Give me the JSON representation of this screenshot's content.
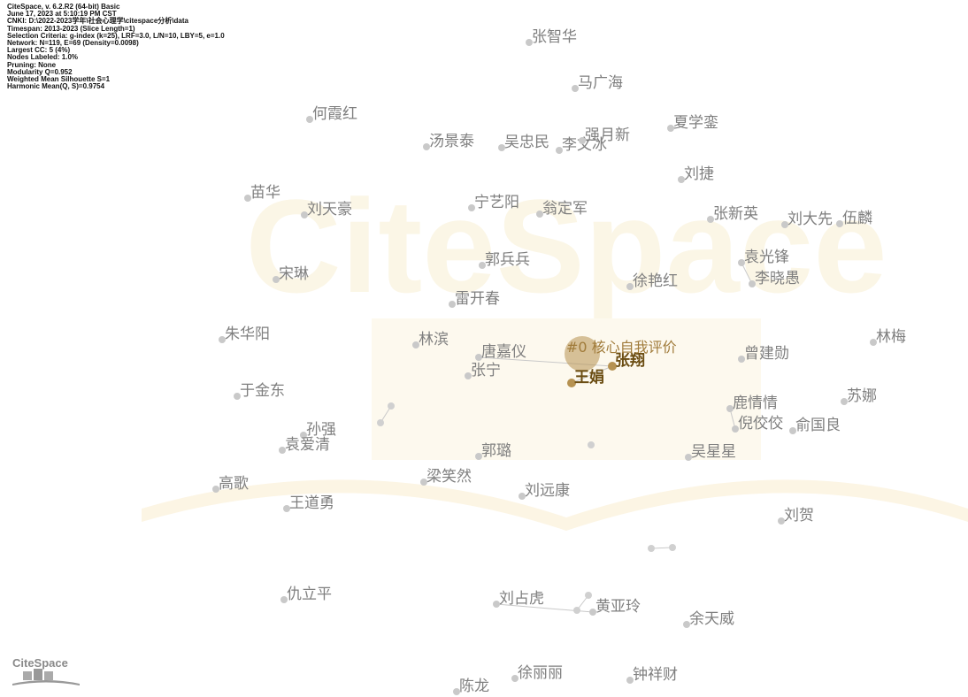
{
  "info_lines": [
    "CiteSpace, v. 6.2.R2 (64-bit) Basic",
    "June 17, 2023 at 5:10:19 PM CST",
    "CNKI: D:\\2022-2023学年\\社会心理学\\citespace分析\\data",
    "Timespan: 2013-2023 (Slice Length=1)",
    "Selection Criteria: g-index (k=25), LRF=3.0, L/N=10, LBY=5, e=1.0",
    "Network: N=119, E=69 (Density=0.0098)",
    "Largest CC: 5 (4%)",
    "Nodes Labeled: 1.0%",
    "Pruning: None",
    "Modularity Q=0.952",
    "Weighted Mean Silhouette S=1",
    "Harmonic Mean(Q, S)=0.9754"
  ],
  "watermark_text": "CiteSpace",
  "logo_text": "CiteSpace",
  "cluster_label": "#0 核心自我评价",
  "colors": {
    "node": "#c9c9c9",
    "label": "#7f7f7f",
    "highlight_label": "#6b4d12",
    "highlight_node": "#b69251",
    "cluster_label": "#a07b3a",
    "watermark": "#faf3dd"
  },
  "nodes": [
    {
      "label": "张智华"
    },
    {
      "label": "马广海"
    },
    {
      "label": "何霞红"
    },
    {
      "label": "汤景泰"
    },
    {
      "label": "吴忠民"
    },
    {
      "label": "李文冰"
    },
    {
      "label": "强月新"
    },
    {
      "label": "夏学銮"
    },
    {
      "label": "刘捷"
    },
    {
      "label": "苗华"
    },
    {
      "label": "刘天豪"
    },
    {
      "label": "宁艺阳"
    },
    {
      "label": "翁定军"
    },
    {
      "label": "张新英"
    },
    {
      "label": "刘大先"
    },
    {
      "label": "伍麟"
    },
    {
      "label": "郭兵兵"
    },
    {
      "label": "袁光锋"
    },
    {
      "label": "李晓愚"
    },
    {
      "label": "宋琳"
    },
    {
      "label": "徐艳红"
    },
    {
      "label": "雷开春"
    },
    {
      "label": "朱华阳"
    },
    {
      "label": "林滨"
    },
    {
      "label": "唐嘉仪"
    },
    {
      "label": "林梅"
    },
    {
      "label": "曾建勋"
    },
    {
      "label": "张宁"
    },
    {
      "label": "张翔"
    },
    {
      "label": "王娟"
    },
    {
      "label": "于金东"
    },
    {
      "label": "苏娜"
    },
    {
      "label": "鹿情情"
    },
    {
      "label": "孙强"
    },
    {
      "label": "倪佼佼"
    },
    {
      "label": "俞国良"
    },
    {
      "label": "袁爱清"
    },
    {
      "label": "郭璐"
    },
    {
      "label": "吴星星"
    },
    {
      "label": "梁笑然"
    },
    {
      "label": "高歌"
    },
    {
      "label": "刘远康"
    },
    {
      "label": "王道勇"
    },
    {
      "label": "刘贺"
    },
    {
      "label": "仇立平"
    },
    {
      "label": "刘占虎"
    },
    {
      "label": "黄亚玲"
    },
    {
      "label": "余天威"
    },
    {
      "label": "徐丽丽"
    },
    {
      "label": "钟祥财"
    },
    {
      "label": "陈龙"
    }
  ]
}
